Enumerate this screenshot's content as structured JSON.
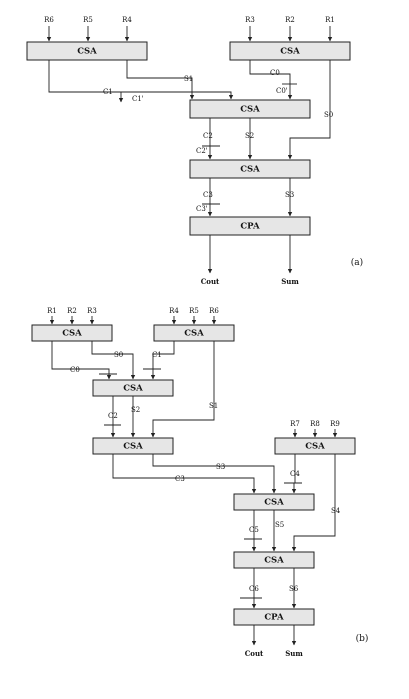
{
  "block_labels": {
    "csa": "CSA",
    "cpa": "CPA"
  },
  "part_a": {
    "caption": "(a)",
    "inputs_left": [
      "R6",
      "R5",
      "R4"
    ],
    "inputs_right": [
      "R3",
      "R2",
      "R1"
    ],
    "signals": {
      "s1": "S1",
      "c1": "C1",
      "c1p": "C1'",
      "c0": "C0",
      "c0p": "C0'",
      "s0": "S0",
      "c2": "C2",
      "c2p": "C2'",
      "s2": "S2",
      "c3": "C3",
      "c3p": "C3'",
      "s3": "S3"
    },
    "outputs": {
      "cout": "Cout",
      "sum": "Sum"
    }
  },
  "part_b": {
    "caption": "(b)",
    "inputs_a": [
      "R1",
      "R2",
      "R3"
    ],
    "inputs_b": [
      "R4",
      "R5",
      "R6"
    ],
    "inputs_c": [
      "R7",
      "R8",
      "R9"
    ],
    "signals": {
      "s0": "S0",
      "c0": "C0",
      "c1": "C1",
      "s1": "S1",
      "c2": "C2",
      "s2": "S2",
      "s3": "S3",
      "c3": "C3",
      "c4": "C4",
      "c5": "C5",
      "s5": "S5",
      "s4": "S4",
      "c6": "C6",
      "s6": "S6"
    },
    "outputs": {
      "cout": "Cout",
      "sum": "Sum"
    }
  }
}
